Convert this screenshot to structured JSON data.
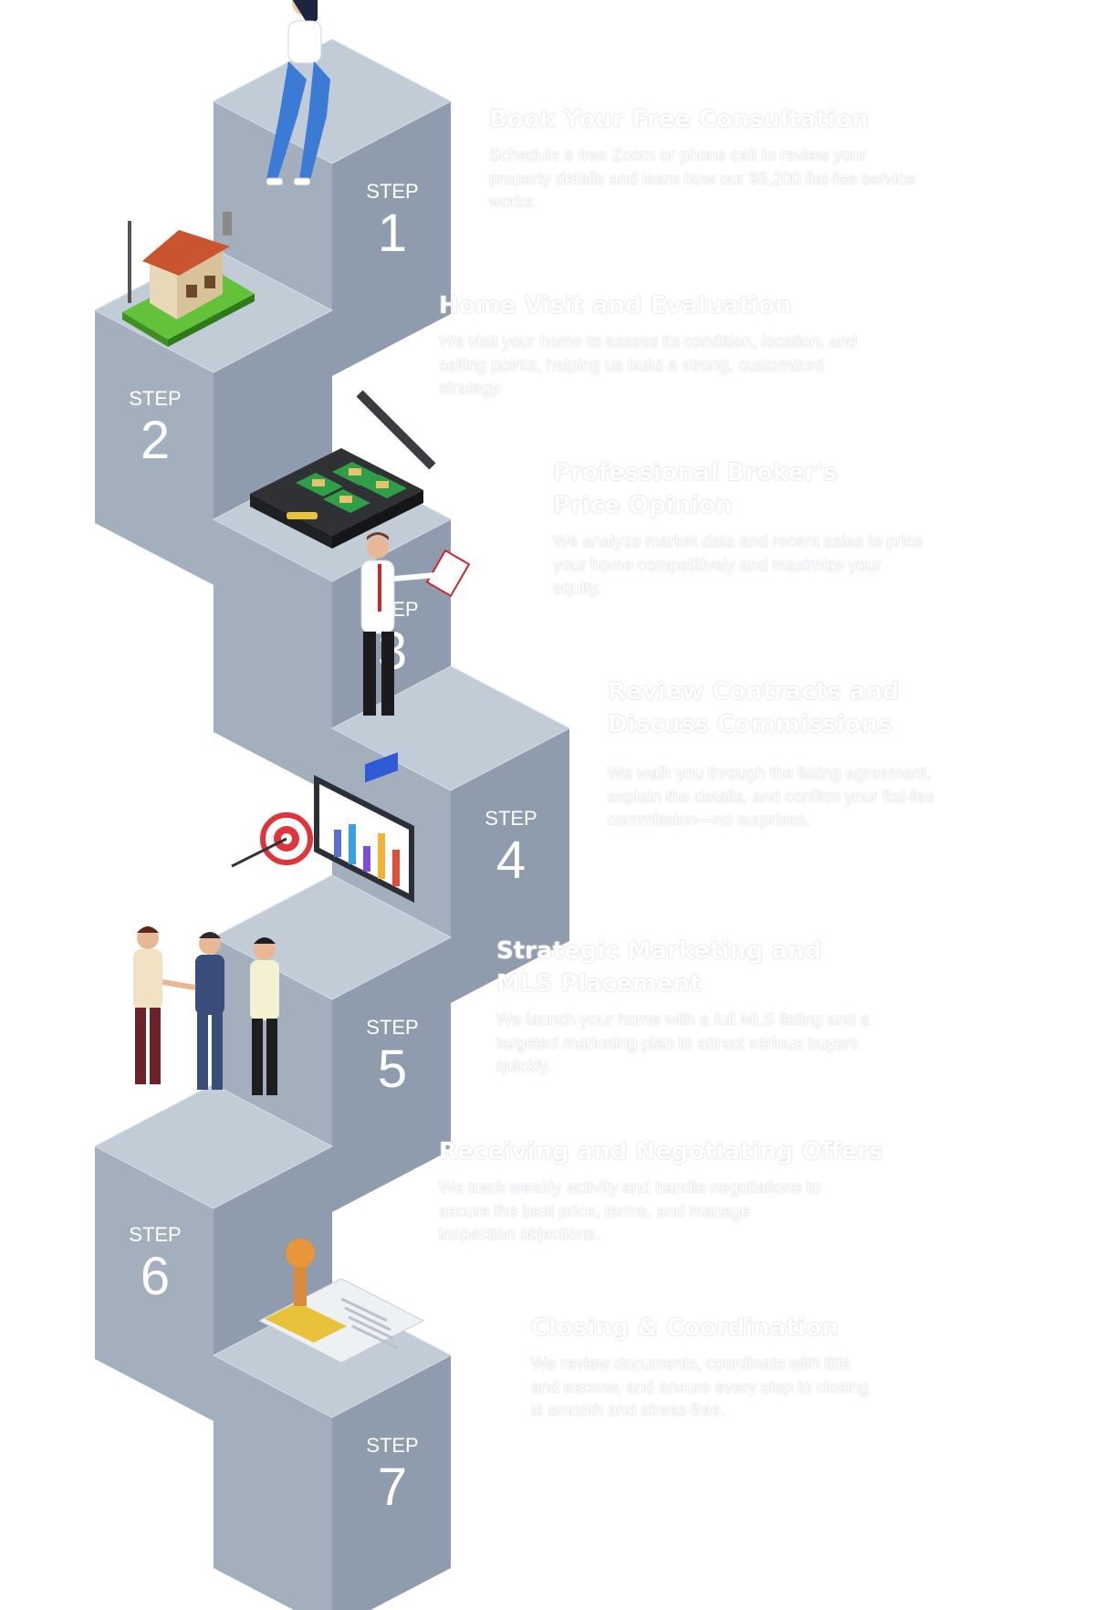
{
  "step_label": "STEP",
  "steps": [
    {
      "number": "1",
      "title": "Book Your Free Consultation",
      "description": "Schedule a free Zoom or phone call to review your property details and learn how our $5,200 flat-fee service works.",
      "icon": "woman-with-phone"
    },
    {
      "number": "2",
      "title": "Home Visit and Evaluation",
      "description": "We visit your home to assess its condition, location, and selling points, helping us build a strong, customized strategy.",
      "icon": "house"
    },
    {
      "number": "3",
      "title": "Professional Broker's Price Opinion",
      "description": "We analyze market data and recent sales to price your home competitively and maximize your equity.",
      "icon": "briefcase-with-money"
    },
    {
      "number": "4",
      "title": "Review Contracts and Discuss Commissions",
      "description": "We walk you through the listing agreement, explain the details, and confirm your flat-fee commission—no surprises.",
      "icon": "agent-with-clipboard"
    },
    {
      "number": "5",
      "title": "Strategic Marketing and MLS Placement",
      "description": "We launch your home with a full MLS listing and a targeted marketing plan to attract serious buyers quickly.",
      "icon": "monitor-chart-target"
    },
    {
      "number": "6",
      "title": "Receiving and Negotiating Offers",
      "description": "We track weekly activity and handle negotiations to secure the best price, terms, and manage inspection objections.",
      "icon": "handshake-people"
    },
    {
      "number": "7",
      "title": "Closing & Coordination",
      "description": "We review documents, coordinate with title and escrow, and ensure every step to closing is smooth and stress-free.",
      "icon": "stamp-document"
    }
  ],
  "colors": {
    "block_top": "#c2ccd6",
    "block_left": "#a4afbd",
    "block_right": "#8f9cad",
    "text": "#ffffff"
  }
}
